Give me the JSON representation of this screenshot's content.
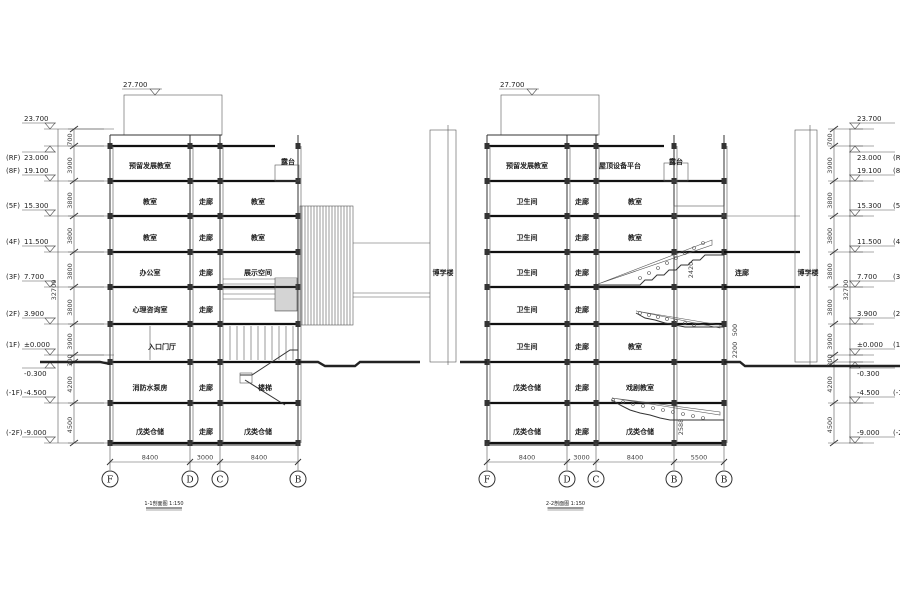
{
  "drawing_title": "Building sections 1-1 and 2-2",
  "sections": [
    {
      "id": "1-1",
      "title": "1-1剖面图 1:150",
      "roof_top_level": "27.700",
      "axes": [
        "F",
        "D",
        "C",
        "B"
      ],
      "spans": [
        "8400",
        "3000",
        "8400"
      ],
      "rooms": [
        {
          "floor": "RF",
          "label": "预留发展教室"
        },
        {
          "floor": "RF",
          "label": "露台"
        },
        {
          "floor": "5F",
          "label": "教室"
        },
        {
          "floor": "5F",
          "label": "走廊"
        },
        {
          "floor": "5F",
          "label": "教室"
        },
        {
          "floor": "4F",
          "label": "教室"
        },
        {
          "floor": "4F",
          "label": "走廊"
        },
        {
          "floor": "4F",
          "label": "教室"
        },
        {
          "floor": "3F",
          "label": "办公室"
        },
        {
          "floor": "3F",
          "label": "走廊"
        },
        {
          "floor": "3F",
          "label": "展示空间"
        },
        {
          "floor": "2F",
          "label": "心理咨询室"
        },
        {
          "floor": "2F",
          "label": "走廊"
        },
        {
          "floor": "1F",
          "label": "入口门厅"
        },
        {
          "floor": "-1F",
          "label": "消防水泵房"
        },
        {
          "floor": "-1F",
          "label": "走廊"
        },
        {
          "floor": "-1F",
          "label": "楼梯"
        },
        {
          "floor": "-2F",
          "label": "戊类仓储"
        },
        {
          "floor": "-2F",
          "label": "走廊"
        },
        {
          "floor": "-2F",
          "label": "戊类仓储"
        }
      ],
      "adjacent_building": "博学楼"
    },
    {
      "id": "2-2",
      "title": "2-2剖面图 1:150",
      "roof_top_level": "27.700",
      "axes": [
        "F",
        "D",
        "C",
        "B",
        "B"
      ],
      "spans": [
        "8400",
        "3000",
        "8400",
        "5500"
      ],
      "rooms": [
        {
          "floor": "RF",
          "label": "预留发展教室"
        },
        {
          "floor": "RF",
          "label": "屋顶设备平台"
        },
        {
          "floor": "RF",
          "label": "露台"
        },
        {
          "floor": "5F",
          "label": "卫生间"
        },
        {
          "floor": "5F",
          "label": "走廊"
        },
        {
          "floor": "5F",
          "label": "教室"
        },
        {
          "floor": "4F",
          "label": "卫生间"
        },
        {
          "floor": "4F",
          "label": "走廊"
        },
        {
          "floor": "4F",
          "label": "教室"
        },
        {
          "floor": "3F",
          "label": "卫生间"
        },
        {
          "floor": "3F",
          "label": "走廊"
        },
        {
          "floor": "3F",
          "label": "连廊"
        },
        {
          "floor": "2F",
          "label": "卫生间"
        },
        {
          "floor": "2F",
          "label": "走廊"
        },
        {
          "floor": "1F",
          "label": "卫生间"
        },
        {
          "floor": "1F",
          "label": "走廊"
        },
        {
          "floor": "1F",
          "label": "教室"
        },
        {
          "floor": "-1F",
          "label": "戊类仓储"
        },
        {
          "floor": "-1F",
          "label": "走廊"
        },
        {
          "floor": "-1F",
          "label": "戏剧教室"
        },
        {
          "floor": "-2F",
          "label": "戊类仓储"
        },
        {
          "floor": "-2F",
          "label": "走廊"
        },
        {
          "floor": "-2F",
          "label": "戊类仓储"
        }
      ],
      "local_dims": [
        "2420",
        "500",
        "2200",
        "2588"
      ],
      "adjacent_building": "博学楼"
    }
  ],
  "levels": [
    {
      "tag": "",
      "value": "23.700"
    },
    {
      "tag": "(RF)",
      "value": "23.000"
    },
    {
      "tag": "(8F)",
      "value": "19.100"
    },
    {
      "tag": "(5F)",
      "value": "15.300"
    },
    {
      "tag": "(4F)",
      "value": "11.500"
    },
    {
      "tag": "(3F)",
      "value": "7.700"
    },
    {
      "tag": "(2F)",
      "value": "3.900"
    },
    {
      "tag": "(1F)",
      "value": "±0.000"
    },
    {
      "tag": "",
      "value": "-0.300"
    },
    {
      "tag": "(-1F)",
      "value": "-4.500"
    },
    {
      "tag": "(-2F)",
      "value": "-9.000"
    }
  ],
  "storey_dims": [
    "700",
    "3900",
    "3800",
    "3800",
    "3800",
    "3800",
    "3900",
    "300",
    "4200",
    "4500"
  ],
  "total_height": "32700",
  "roof_parapet_top": "27.700"
}
